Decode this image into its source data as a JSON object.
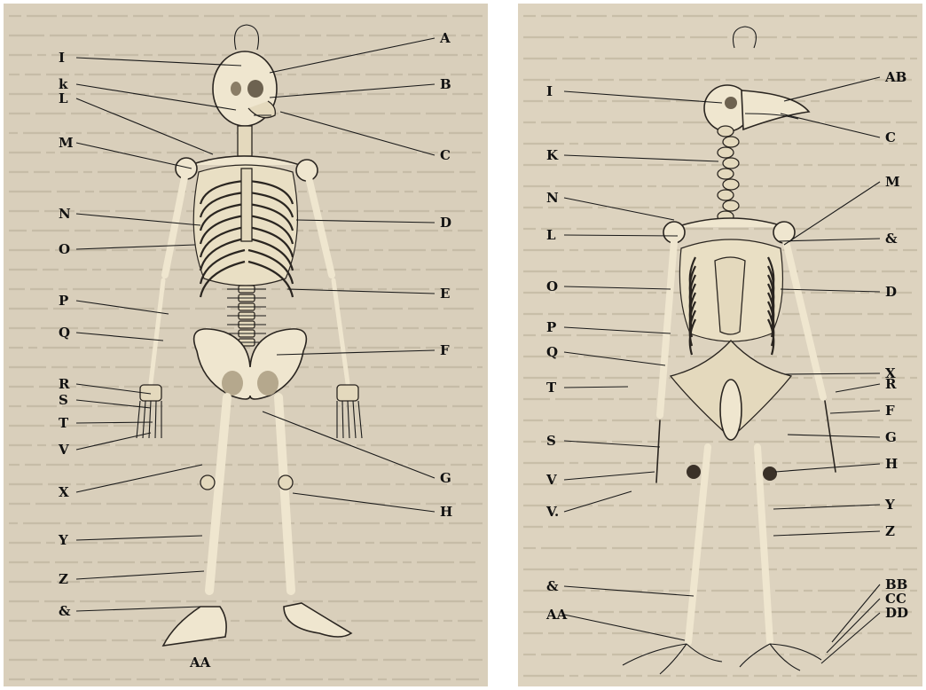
{
  "plates": {
    "human": {
      "labels_left": [
        "I",
        "k",
        "L",
        "M",
        "N",
        "O",
        "P",
        "Q",
        "R",
        "S",
        "T",
        "V",
        "X",
        "Y",
        "Z",
        "&"
      ],
      "labels_right": [
        "A",
        "B",
        "C",
        "D",
        "E",
        "F",
        "G",
        "H"
      ],
      "labels_bottom": [
        "AA"
      ]
    },
    "bird": {
      "labels_left": [
        "I",
        "K",
        "N",
        "L",
        "O",
        "P",
        "Q",
        "T",
        "S",
        "V",
        "V.",
        "&",
        "AA"
      ],
      "labels_right": [
        "AB",
        "C",
        "M",
        "&",
        "D",
        "X",
        "R",
        "F",
        "G",
        "H",
        "Y",
        "Z",
        "BB",
        "CC",
        "DD"
      ]
    }
  },
  "colors": {
    "paper_left": "#d9cfbb",
    "paper_right": "#ddd3bf",
    "ink": "#1a1a1a",
    "bone": "#efe6cf"
  }
}
